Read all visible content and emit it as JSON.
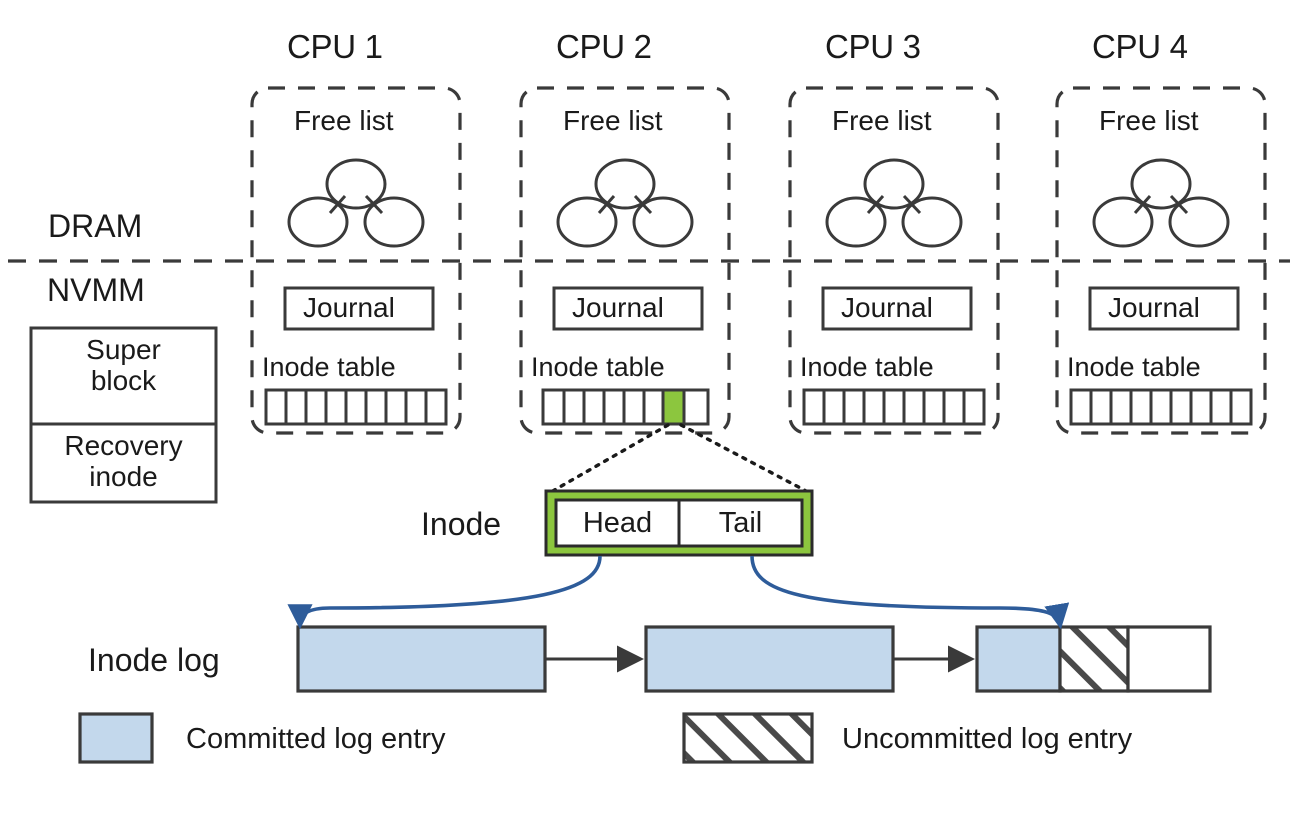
{
  "figure": {
    "memory_tiers": [
      {
        "id": "dram",
        "label": "DRAM"
      },
      {
        "id": "nvmm",
        "label": "NVMM"
      }
    ],
    "global_structures": [
      {
        "id": "super-block",
        "label": "Super\nblock"
      },
      {
        "id": "recovery-inode",
        "label": "Recovery\ninode"
      }
    ],
    "cpus": [
      {
        "title": "CPU 1",
        "free_list_label": "Free list",
        "journal_label": "Journal",
        "inode_table_label": "Inode table",
        "inode_table_cells": 9,
        "highlighted_cell": null
      },
      {
        "title": "CPU 2",
        "free_list_label": "Free list",
        "journal_label": "Journal",
        "inode_table_label": "Inode table",
        "inode_table_cells": 8,
        "highlighted_cell": 7
      },
      {
        "title": "CPU 3",
        "free_list_label": "Free list",
        "journal_label": "Journal",
        "inode_table_label": "Inode table",
        "inode_table_cells": 9,
        "highlighted_cell": null
      },
      {
        "title": "CPU 4",
        "free_list_label": "Free list",
        "journal_label": "Journal",
        "inode_table_label": "Inode table",
        "inode_table_cells": 9,
        "highlighted_cell": null
      }
    ],
    "inode": {
      "label": "Inode",
      "fields": [
        {
          "id": "head",
          "label": "Head"
        },
        {
          "id": "tail",
          "label": "Tail"
        }
      ]
    },
    "inode_log": {
      "label": "Inode log",
      "entries": [
        {
          "id": "entry-1",
          "state": "committed"
        },
        {
          "id": "entry-2",
          "state": "committed"
        },
        {
          "id": "entry-3",
          "state": "mixed",
          "segments": [
            "committed",
            "uncommitted",
            "free"
          ]
        }
      ]
    },
    "legend": [
      {
        "id": "committed",
        "swatch": "solid-blue",
        "label": "Committed log entry"
      },
      {
        "id": "uncommitted",
        "swatch": "hatched",
        "label": "Uncommitted log entry"
      }
    ],
    "colors": {
      "highlight_green": "#8CC63E",
      "committed_blue": "#C3D8EC",
      "arrow_blue": "#2E5C9A",
      "stroke": "#3a3a3a",
      "background": "#FFFFFF"
    }
  }
}
